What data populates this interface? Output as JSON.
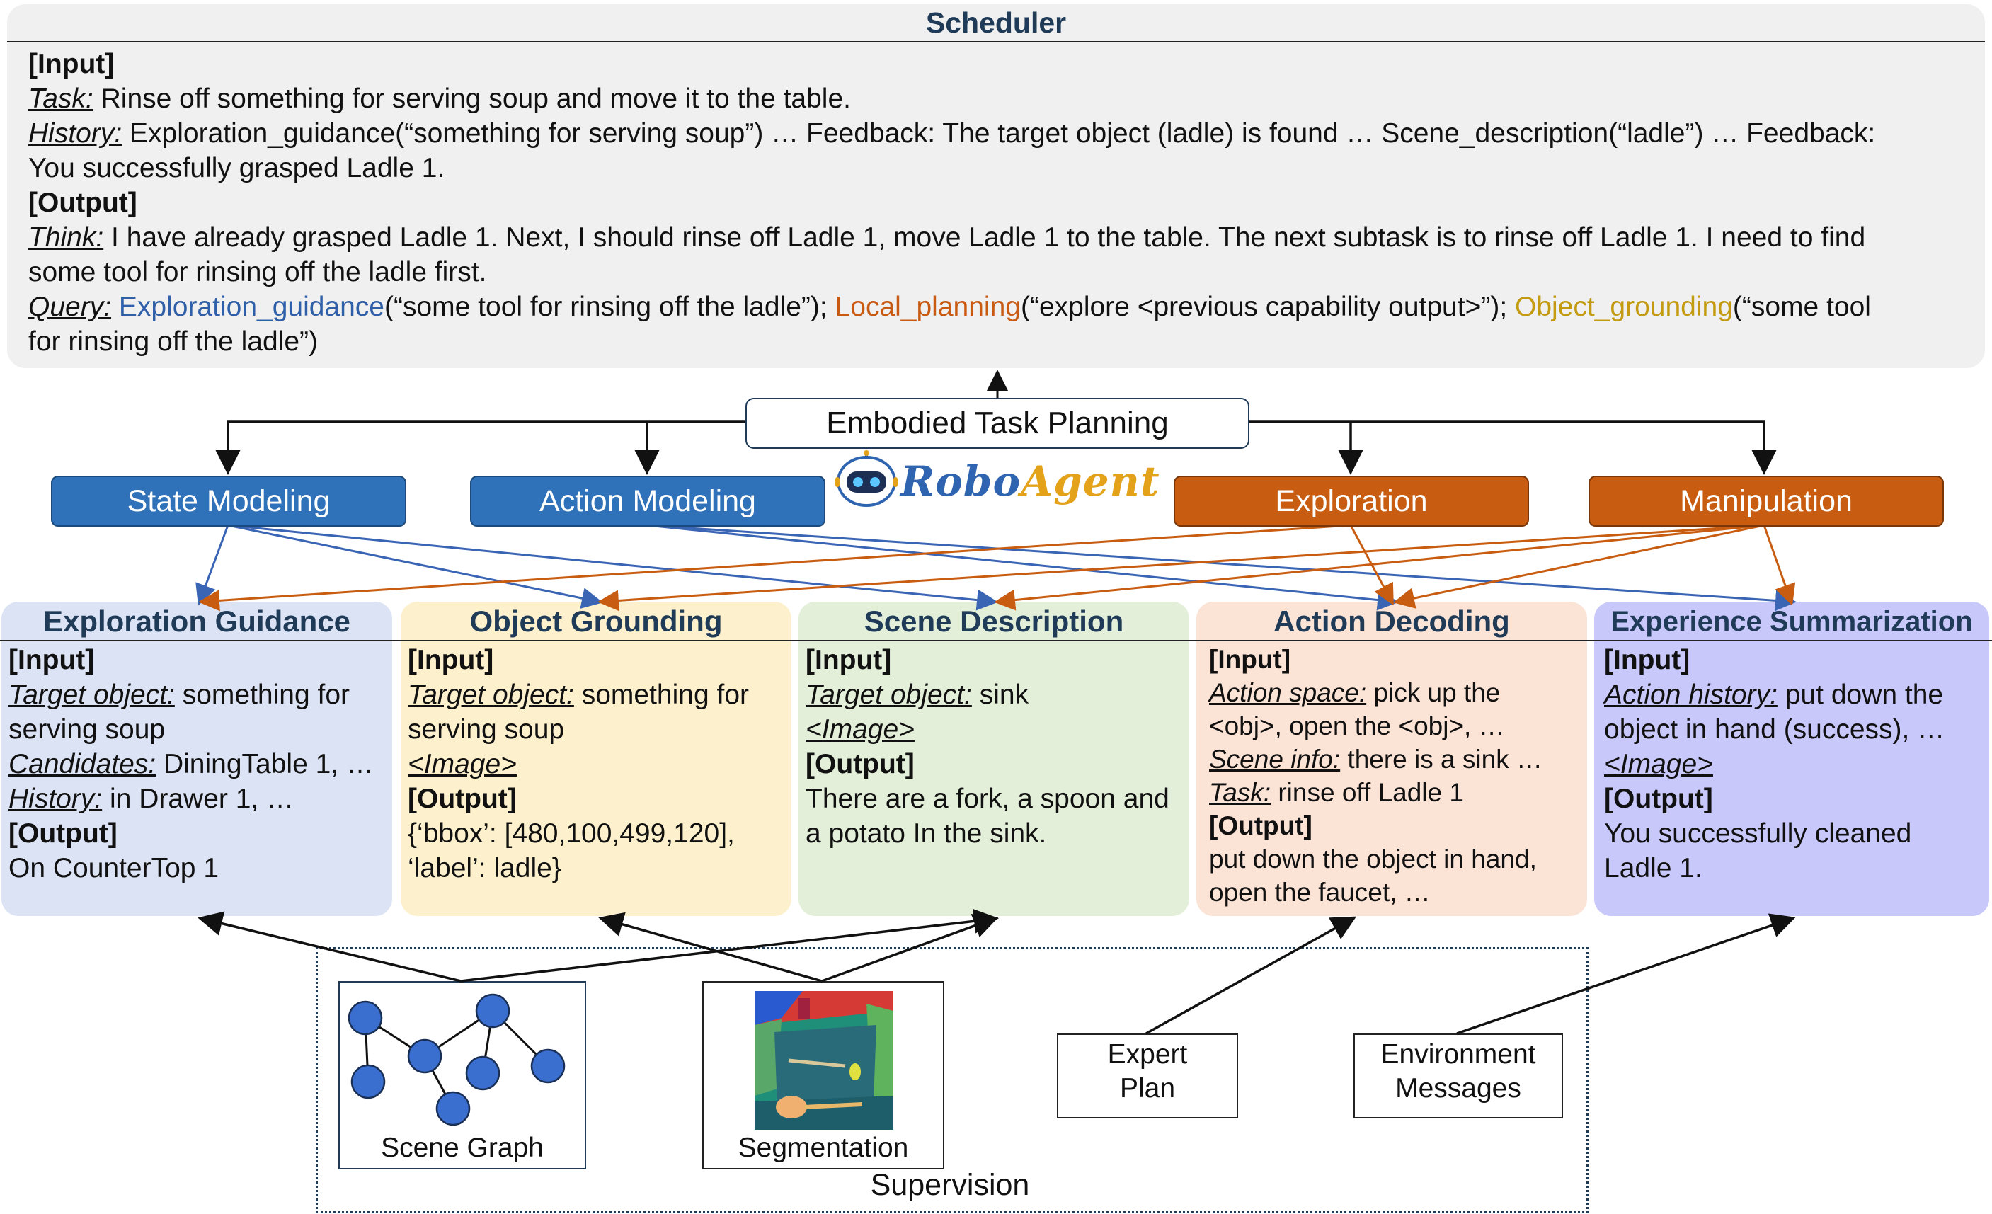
{
  "scheduler": {
    "title": "Scheduler",
    "input_heading": "[Input]",
    "task_label": "Task:",
    "task_text": " Rinse off something for serving soup and move it to the table.",
    "history_label": "History:",
    "history_text": " Exploration_guidance(“something for serving soup”) … Feedback: The target object (ladle) is found … Scene_description(“ladle”) … Feedback:",
    "history_text2": "You successfully grasped Ladle 1.",
    "output_heading": "[Output]",
    "think_label": "Think:",
    "think_text": " I have already grasped Ladle 1. Next, I should rinse off Ladle 1, move Ladle 1 to the table. The next subtask is to rinse off Ladle 1. I need to find",
    "think_text2": "some tool for rinsing off the ladle first.",
    "query_label": "Query:",
    "query_fn1": "Exploration_guidance",
    "query_arg1": "(“some tool for rinsing off the ladle”); ",
    "query_fn2": "Local_planning",
    "query_arg2": "(“explore <previous capability output>”); ",
    "query_fn3": "Object_grounding",
    "query_arg3": "(“some tool",
    "query_text2": "for rinsing off the ladle”)"
  },
  "planner": {
    "label": "Embodied Task Planning",
    "logo_part1": "Robo",
    "logo_part2": "Agent"
  },
  "capabilities": [
    {
      "label": "State Modeling"
    },
    {
      "label": "Action Modeling"
    },
    {
      "label": "Exploration"
    },
    {
      "label": "Manipulation"
    }
  ],
  "panels": {
    "exploration_guidance": {
      "title": "Exploration Guidance",
      "input": "[Input]",
      "target_label": "Target object:",
      "target_text": " something for",
      "target_text2": "serving soup",
      "candidates_label": "Candidates:",
      "candidates_text": " DiningTable 1, …",
      "history_label": "History:",
      "history_text": " in Drawer 1, …",
      "output": "[Output]",
      "output_text": "On CounterTop 1"
    },
    "object_grounding": {
      "title": "Object Grounding",
      "input": "[Input]",
      "target_label": "Target object:",
      "target_text": " something for",
      "target_text2": "serving soup",
      "image": "<Image>",
      "output": "[Output]",
      "output_text": "{‘bbox’: [480,100,499,120],",
      "output_text2": "‘label’: ladle}"
    },
    "scene_description": {
      "title": "Scene Description",
      "input": "[Input]",
      "target_label": "Target object:",
      "target_text": " sink",
      "image": "<Image>",
      "output": "[Output]",
      "output_text": "There are a fork, a spoon and",
      "output_text2": "a potato In the sink."
    },
    "action_decoding": {
      "title": "Action Decoding",
      "input": "[Input]",
      "space_label": "Action space:",
      "space_text": " pick up the",
      "space_text2": "<obj>, open the <obj>, …",
      "scene_label": "Scene info:",
      "scene_text": " there is a sink …",
      "task_label": "Task:",
      "task_text": " rinse off Ladle 1",
      "output": "[Output]",
      "output_text": "put down the object in hand,",
      "output_text2": "open the faucet, …"
    },
    "experience_summarization": {
      "title": "Experience Summarization",
      "input": "[Input]",
      "history_label": "Action history:",
      "history_text": " put down the",
      "history_text2": "object in hand (success), …",
      "image": "<Image>",
      "output": "[Output]",
      "output_text": "You successfully cleaned",
      "output_text2": "Ladle 1."
    }
  },
  "supervision": {
    "label": "Supervision",
    "scene_graph": "Scene Graph",
    "segmentation": "Segmentation",
    "expert_line1": "Expert",
    "expert_line2": "Plan",
    "env_line1": "Environment",
    "env_line2": "Messages"
  },
  "colors": {
    "blue_capability": "#2f72b9",
    "orange_capability": "#c85c10",
    "panel_exploration": "#dce3f4",
    "panel_grounding": "#fdf0cc",
    "panel_scene": "#e3efd9",
    "panel_action": "#fbe3d6",
    "panel_experience": "#c9c8fb",
    "node_blue": "#3a6fd0"
  }
}
